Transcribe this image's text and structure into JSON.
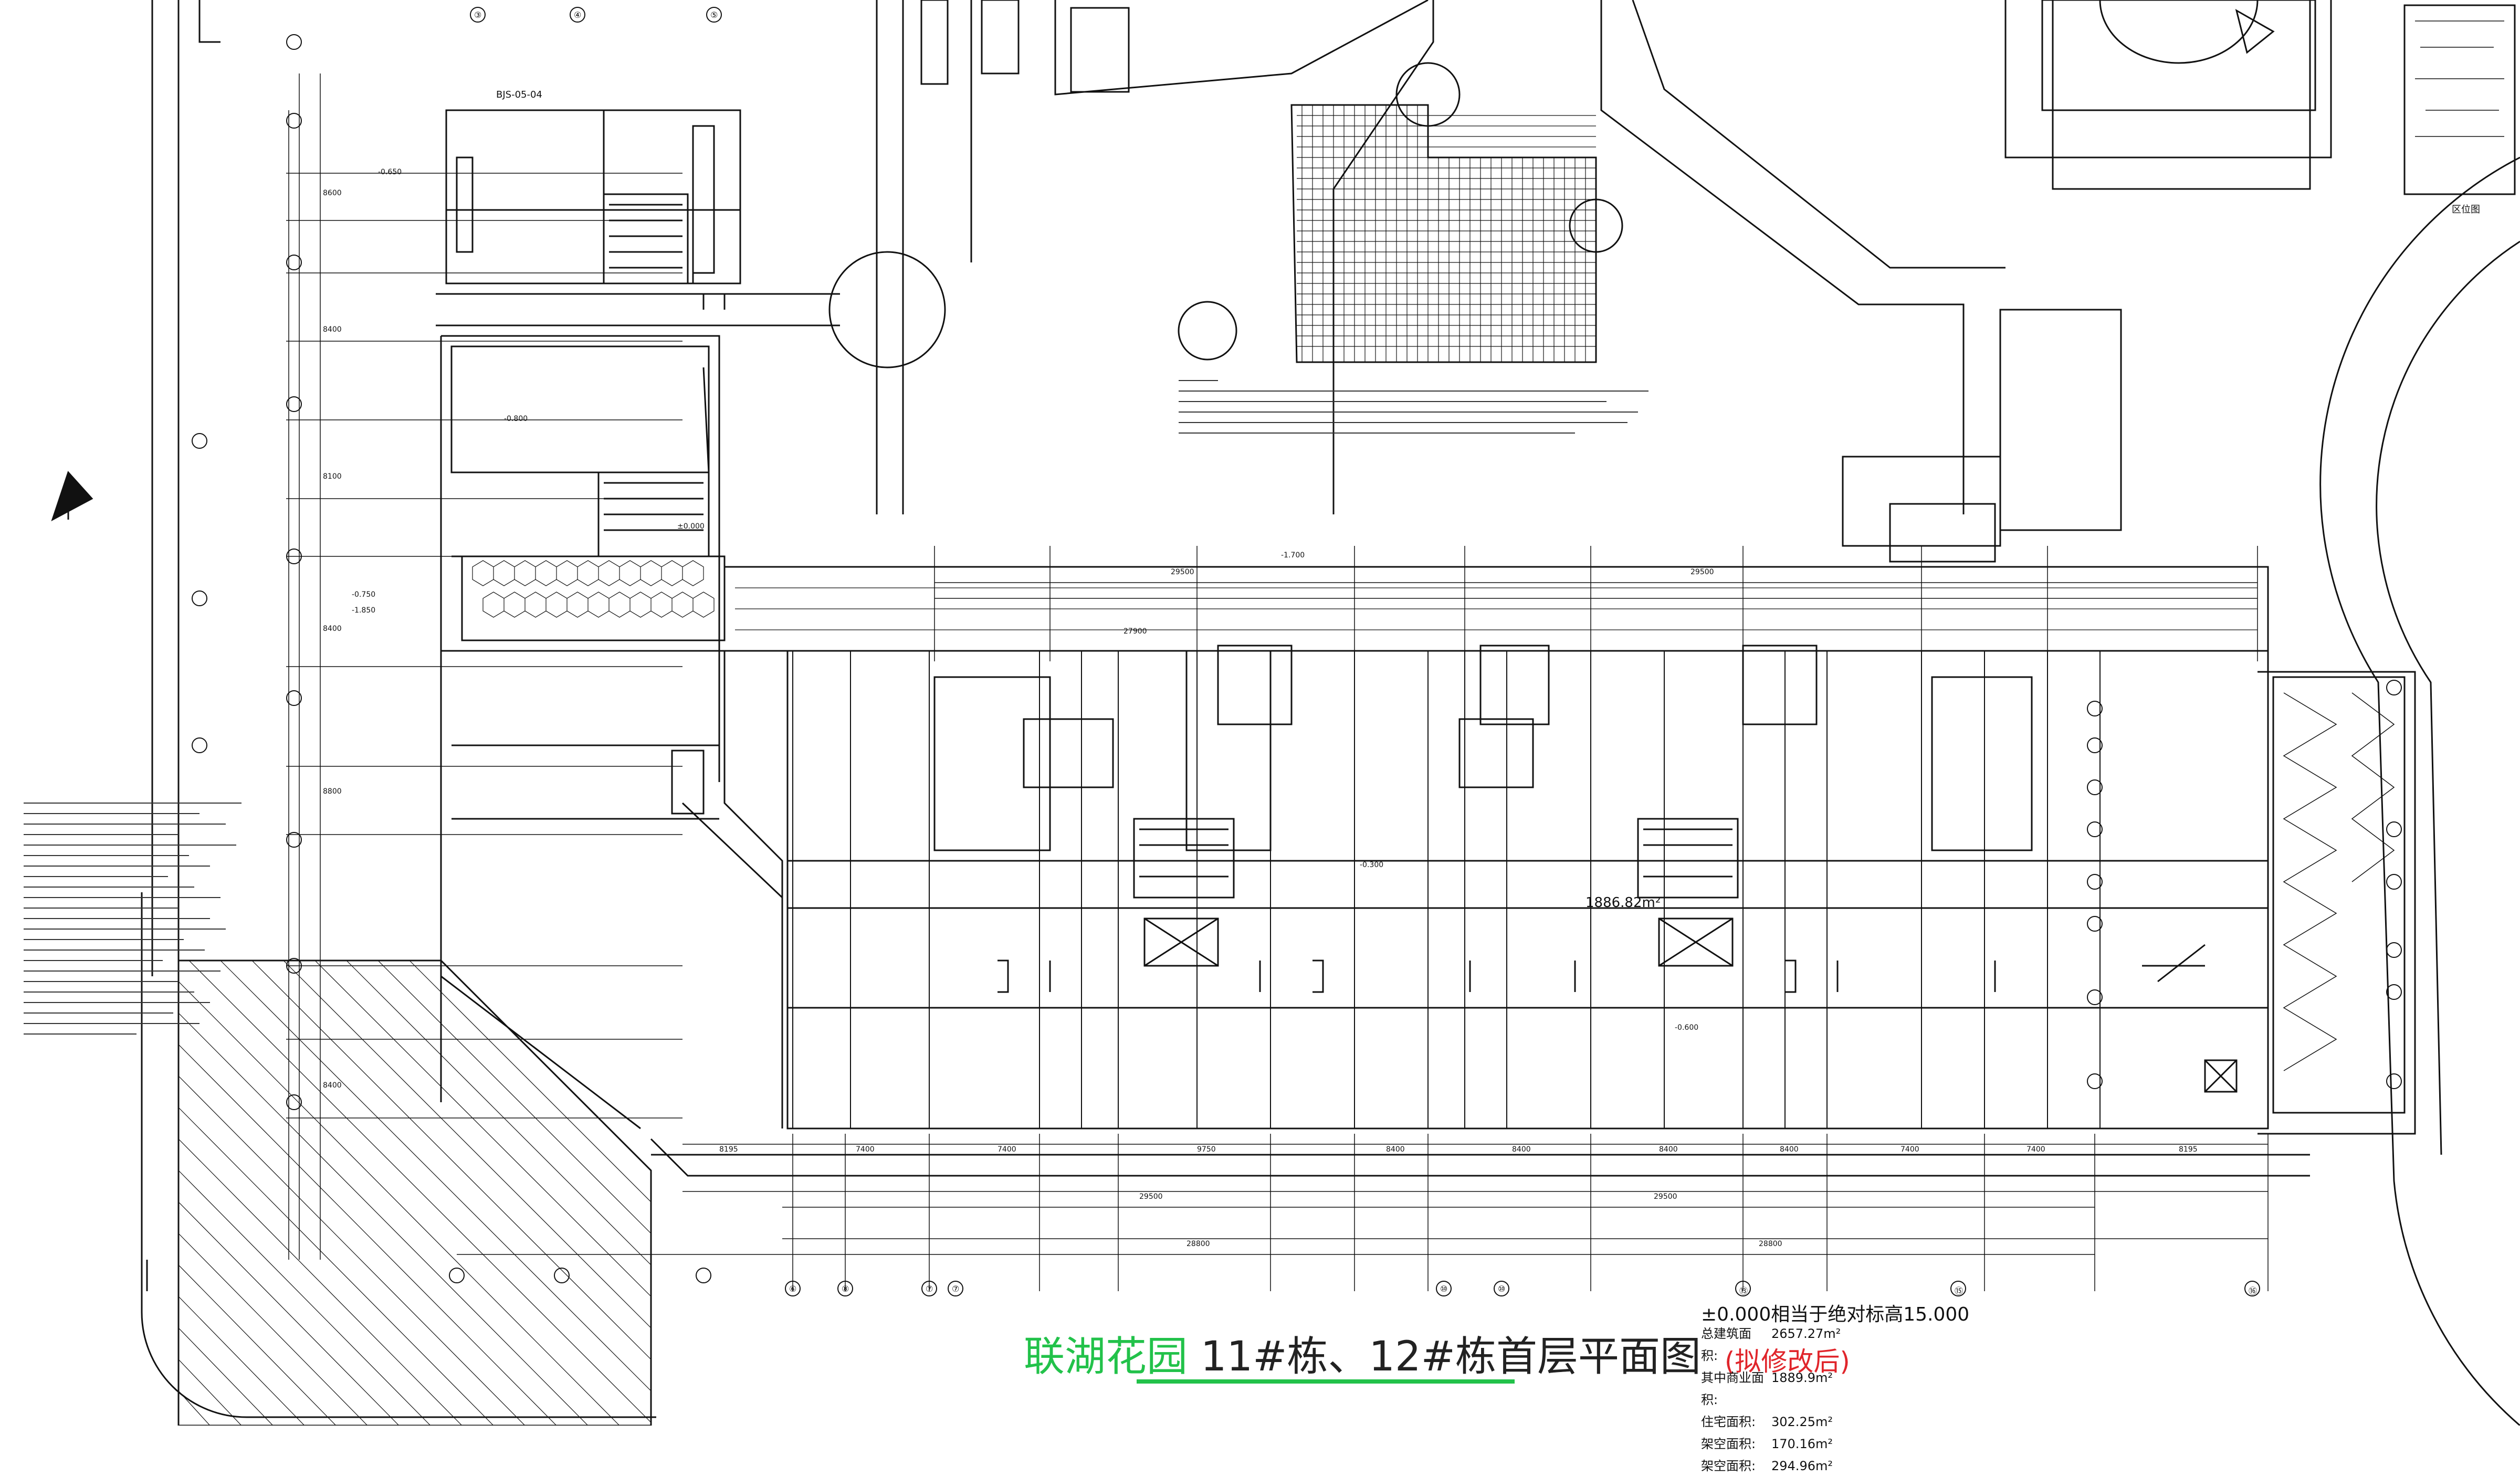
{
  "title": {
    "project": "联湖花园",
    "building": "11#栋、12#栋首层平面图",
    "revision": "(拟修改后)"
  },
  "elevation_note": "±0.000相当于绝对标高15.000",
  "area_table": [
    {
      "label": "总建筑面积:",
      "value": "2657.27m²"
    },
    {
      "label": "其中商业面积:",
      "value": "1889.9m²"
    },
    {
      "label": "住宅面积:",
      "value": "302.25m²"
    },
    {
      "label": "架空面积:",
      "value": "170.16m²"
    },
    {
      "label": "架空面积:",
      "value": "294.96m²"
    }
  ],
  "site_labels": {
    "block_ref": "BJS-05-04",
    "location_label": "区位图",
    "area_label": "1886.82m²"
  },
  "dimensions_bottom": [
    "8195",
    "7400",
    "7400",
    "9750",
    "8400",
    "8400",
    "8400",
    "8400",
    "7400",
    "7400",
    "8195"
  ],
  "dimensions_total": [
    "28800",
    "29500",
    "29500",
    "28800"
  ],
  "dimensions_top": [
    "29500",
    "27900",
    "29500"
  ],
  "dimensions_left": [
    "8600",
    "8400",
    "8100",
    "8400",
    "8800",
    "8400"
  ],
  "axis_bubbles_bottom": [
    "⑥",
    "⑧",
    "⑦",
    "⑦",
    "⑩",
    "⑩",
    "⑬",
    "⑮",
    "⑯"
  ],
  "axis_bubbles_left_top": [
    "③",
    "④",
    "⑤"
  ],
  "levels": [
    "-0.650",
    "-0.800",
    "-0.750",
    "-1.850",
    "-0.600",
    "±0.000",
    "-0.300",
    "-1.700"
  ],
  "colors": {
    "line": "#111111",
    "project_title": "#22c24a",
    "revision": "#e0252b",
    "background": "#ffffff"
  }
}
